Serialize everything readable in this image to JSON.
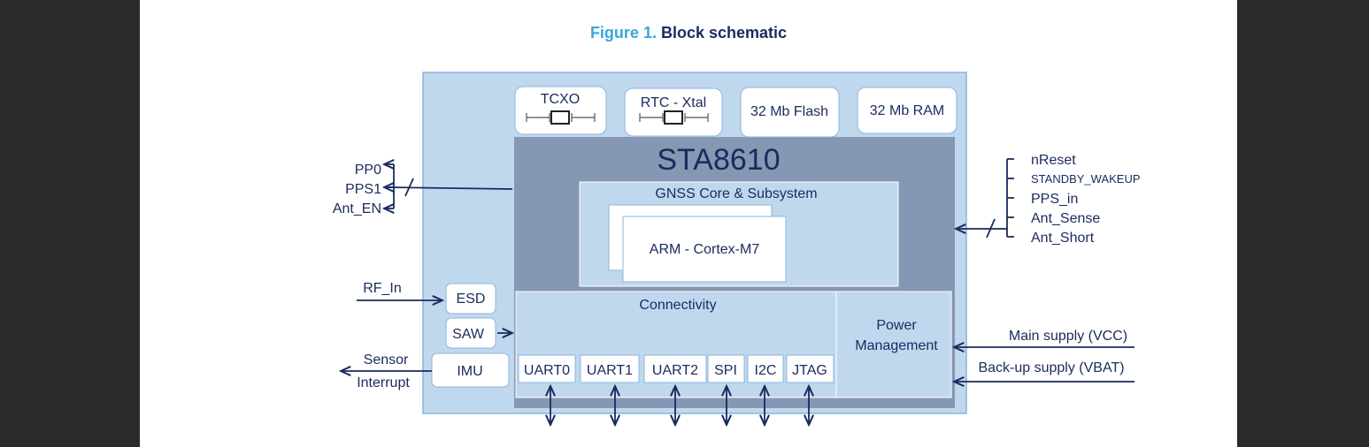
{
  "figure": {
    "number": "Figure 1.",
    "title": "Block schematic"
  },
  "colors": {
    "module_fill": "#c0d8ee",
    "module_stroke": "#8cb4dc",
    "chip_fill": "#8597b2",
    "box_fill": "#ffffff",
    "inner_fill": "#c0d8ee",
    "line": "#1a2a5e",
    "text": "#1a2a5e",
    "accent": "#3aa6d8"
  },
  "top_components": {
    "tcxo": "TCXO",
    "rtc": "RTC - Xtal",
    "flash": "32 Mb Flash",
    "ram": "32 Mb RAM"
  },
  "chip": {
    "name": "STA8610",
    "core_title": "GNSS Core & Subsystem",
    "cpu": "ARM - Cortex-M7",
    "connectivity": "Connectivity",
    "power_line1": "Power",
    "power_line2": "Management"
  },
  "interfaces": [
    "UART0",
    "UART1",
    "UART2",
    "SPI",
    "I2C",
    "JTAG"
  ],
  "side_components": {
    "esd": "ESD",
    "saw": "SAW",
    "imu": "IMU"
  },
  "left_signals": {
    "outputs": [
      "PP0",
      "PPS1",
      "Ant_EN"
    ],
    "rf_in": "RF_In",
    "sensor_line1": "Sensor",
    "sensor_line2": "Interrupt"
  },
  "right_signals": {
    "inputs": [
      "nReset",
      "STANDBY_WAKEUP",
      "PPS_in",
      "Ant_Sense",
      "Ant_Short"
    ],
    "main_supply": "Main supply (VCC)",
    "backup_supply": "Back-up supply (VBAT)"
  }
}
